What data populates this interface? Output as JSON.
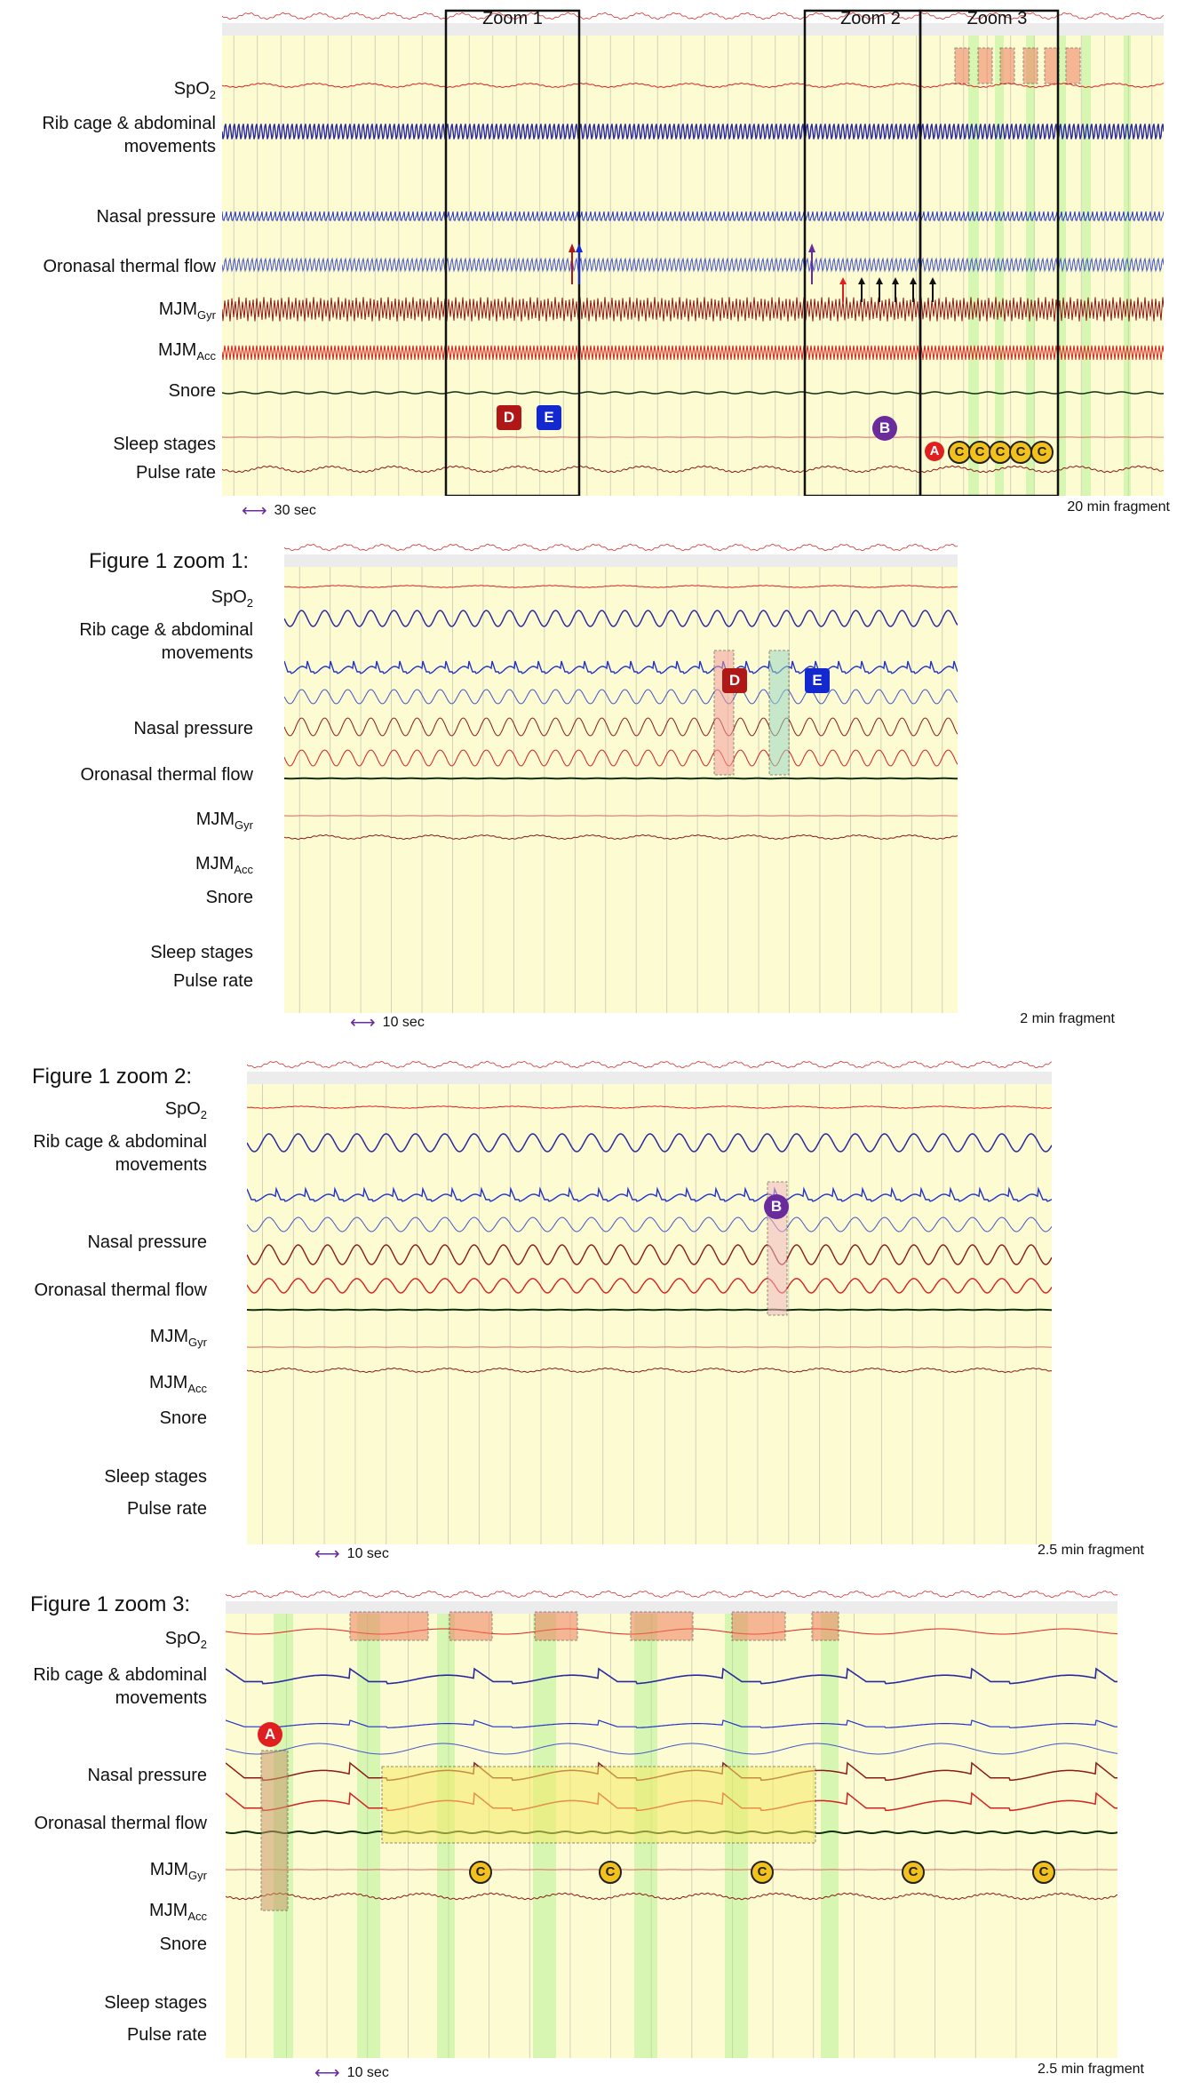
{
  "channels": {
    "spo2": "SpO",
    "spo2_sub": "2",
    "rib1": "Rib cage & abdominal",
    "rib2": "movements",
    "nasal": "Nasal pressure",
    "thermal": "Oronasal thermal flow",
    "mjm": "MJM",
    "mjm_gyr_sub": "Gyr",
    "mjm_acc_sub": "Acc",
    "snore": "Snore",
    "sleep": "Sleep stages",
    "pulse": "Pulse rate"
  },
  "panels": {
    "overview": {
      "zoom1": "Zoom 1",
      "zoom2": "Zoom 2",
      "zoom3": "Zoom 3",
      "scale": "30 sec",
      "fragment": "20 min fragment"
    },
    "zoom1": {
      "title": "Figure 1 zoom 1:",
      "scale": "10 sec",
      "fragment": "2 min fragment"
    },
    "zoom2": {
      "title": "Figure 1 zoom 2:",
      "scale": "10 sec",
      "fragment": "2.5 min fragment"
    },
    "zoom3": {
      "title": "Figure 1 zoom 3:",
      "scale": "10 sec",
      "fragment": "2.5 min fragment"
    }
  },
  "markers": {
    "a": "A",
    "b": "B",
    "c": "C",
    "d": "D",
    "e": "E"
  },
  "colors": {
    "background": "#fdfbd2",
    "spo2": "#e02020",
    "resp": "#2a2aa0",
    "nasal": "#2233cc",
    "thermal": "#4455cc",
    "gyr": "#8b1a1a",
    "acc": "#d42020",
    "snore": "#103010",
    "pulse": "#8b1a1a",
    "marker_a": "#e02020",
    "marker_b": "#6a2c9c",
    "marker_c": "#f3c11c",
    "marker_d": "#b01818",
    "marker_e": "#1428d0"
  }
}
